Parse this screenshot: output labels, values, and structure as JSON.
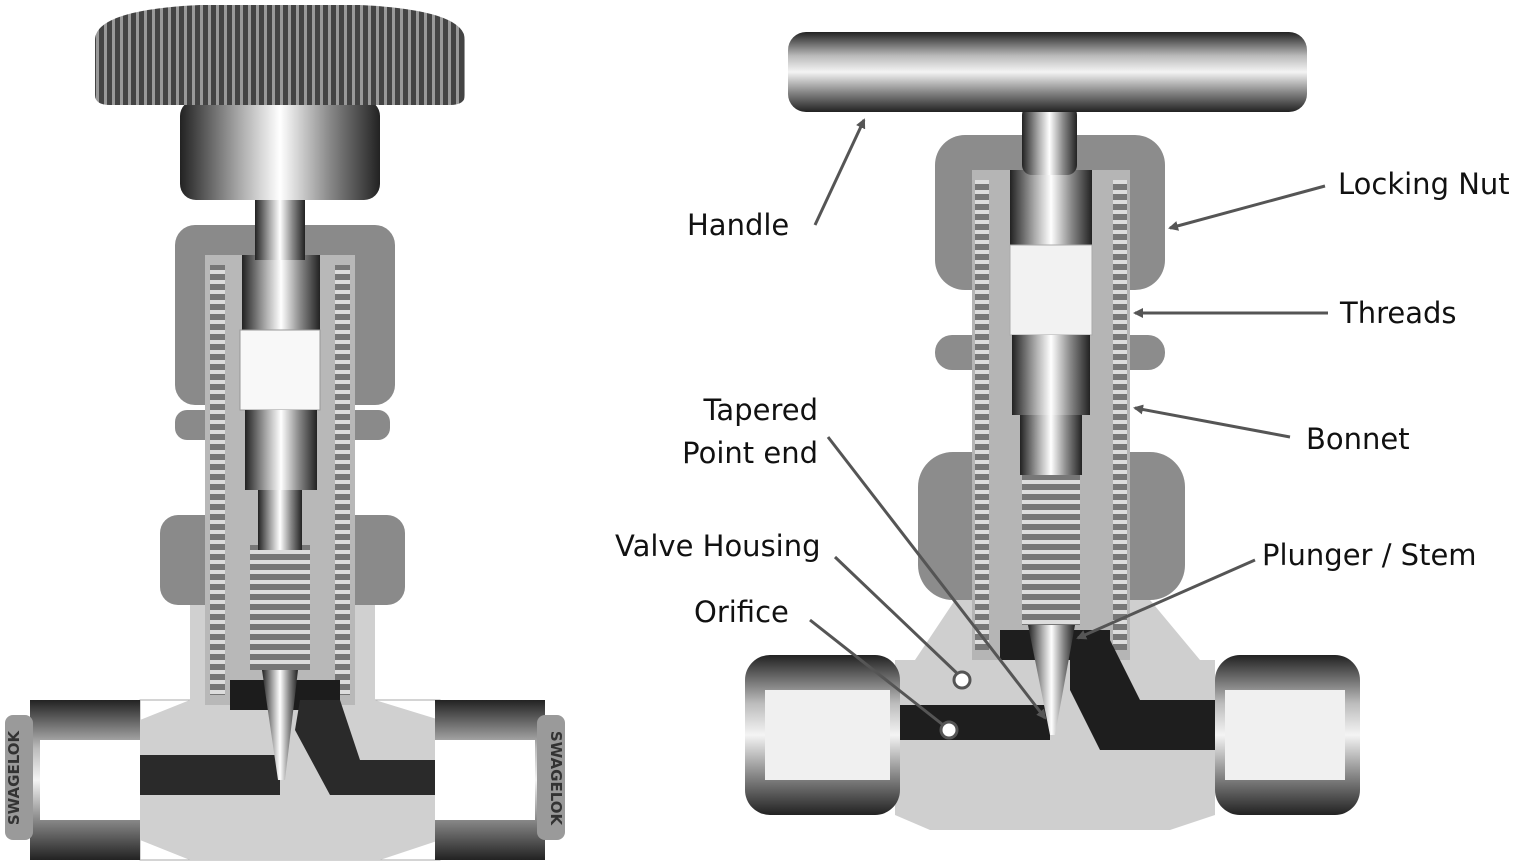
{
  "left_valve": {
    "fitting_logo_left": "SWAGELOK",
    "fitting_logo_right": "SWAGELOK"
  },
  "labels": {
    "handle": "Handle",
    "locking_nut": "Locking Nut",
    "threads": "Threads",
    "bonnet": "Bonnet",
    "tapered_line1": "Tapered",
    "tapered_line2": "Point end",
    "valve_housing": "Valve Housing",
    "orifice": "Orifice",
    "plunger_stem": "Plunger / Stem"
  },
  "colors": {
    "metal_dark": "#2a2a2a",
    "metal_mid": "#8c8c8c",
    "metal_light": "#d8d8d8",
    "arrow": "#555555"
  }
}
